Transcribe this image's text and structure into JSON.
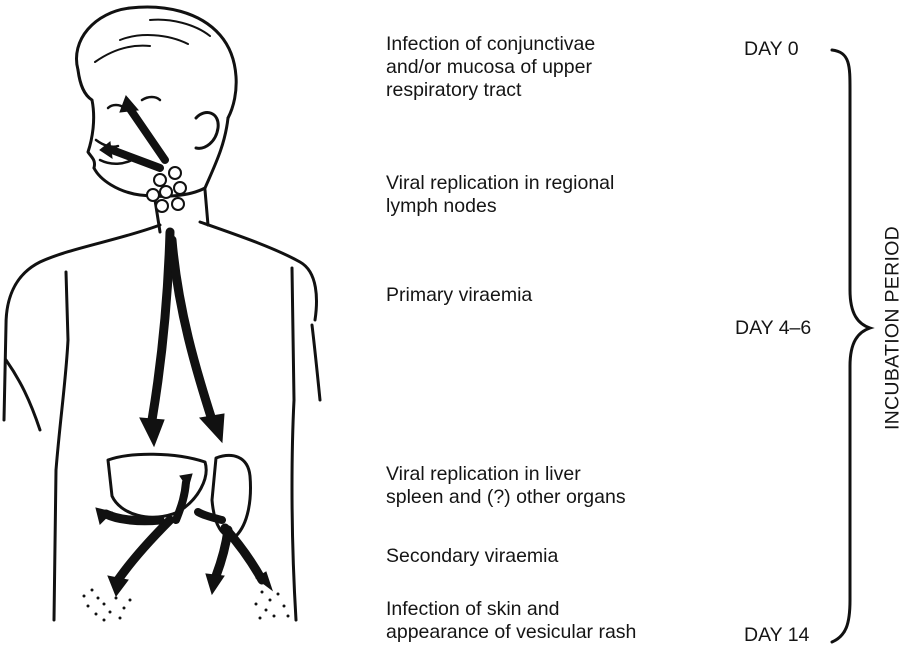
{
  "stages": [
    {
      "lines": [
        "Infection of conjunctivae",
        "and/or mucosa of upper",
        "respiratory tract"
      ]
    },
    {
      "lines": [
        "Viral replication in regional",
        "lymph nodes"
      ]
    },
    {
      "lines": [
        "Primary viraemia"
      ]
    },
    {
      "lines": [
        "Viral replication in liver",
        "spleen and (?) other organs"
      ]
    },
    {
      "lines": [
        "Secondary viraemia"
      ]
    },
    {
      "lines": [
        "Infection of skin and",
        "appearance of vesicular rash"
      ]
    }
  ],
  "timeline": {
    "day_0": "DAY 0",
    "day_4_6": "DAY 4–6",
    "day_14": "DAY 14",
    "period_label": "INCUBATION PERIOD"
  }
}
